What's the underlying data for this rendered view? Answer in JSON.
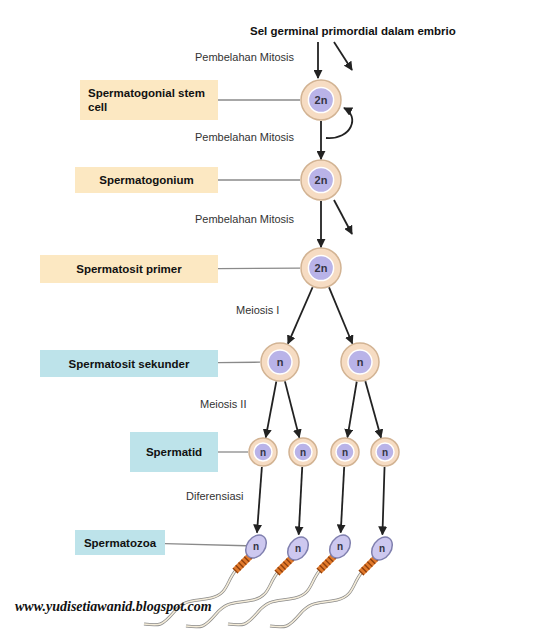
{
  "diagram": {
    "nodes": [
      {
        "text": [
          "Spermatogonial stem cell"
        ]
      },
      {
        "text": [
          "2n"
        ]
      },
      {
        "text": [
          "Spermatogonium"
        ]
      },
      {
        "text": [
          "2n"
        ]
      },
      {
        "text": [
          "Spermatosit primer"
        ]
      },
      {
        "text": [
          "2n"
        ]
      },
      {
        "text": [
          "Spermatosit sekunder"
        ]
      },
      {
        "text": [
          "n"
        ]
      },
      {
        "text": [
          "n"
        ]
      },
      {
        "text": [
          "Spermatid"
        ]
      },
      {
        "text": [
          "n"
        ]
      },
      {
        "text": [
          "n"
        ]
      },
      {
        "text": [
          "n"
        ]
      },
      {
        "text": [
          "n"
        ]
      },
      {
        "text": [
          "Spermatozoa"
        ]
      },
      {
        "text": [
          "n"
        ]
      },
      {
        "text": [
          "n"
        ]
      },
      {
        "text": [
          "n"
        ]
      },
      {
        "text": [
          "n"
        ]
      }
    ],
    "edges": [
      {
        "from": 0,
        "to": 1,
        "arrow": "none"
      },
      {
        "from": 1,
        "to": 3,
        "arrow": "to",
        "label": "Pembelahan Mitosis"
      },
      {
        "from": 2,
        "to": 3,
        "arrow": "none"
      },
      {
        "from": 3,
        "to": 5,
        "arrow": "to",
        "label": "Pembelahan Mitosis"
      },
      {
        "from": 4,
        "to": 5,
        "arrow": "none"
      },
      {
        "from": 5,
        "to": 7,
        "arrow": "to",
        "label": "Meiosis I"
      },
      {
        "from": 5,
        "to": 8,
        "arrow": "to"
      },
      {
        "from": 6,
        "to": 7,
        "arrow": "none"
      },
      {
        "from": 7,
        "to": 10,
        "arrow": "to",
        "label": "Meiosis II"
      },
      {
        "from": 7,
        "to": 11,
        "arrow": "to"
      },
      {
        "from": 8,
        "to": 12,
        "arrow": "to"
      },
      {
        "from": 8,
        "to": 13,
        "arrow": "to"
      },
      {
        "from": 9,
        "to": 10,
        "arrow": "none"
      },
      {
        "from": 10,
        "to": 15,
        "arrow": "to",
        "label": "Diferensiasi"
      },
      {
        "from": 11,
        "to": 16,
        "arrow": "to"
      },
      {
        "from": 12,
        "to": 17,
        "arrow": "to"
      },
      {
        "from": 13,
        "to": 18,
        "arrow": "to"
      },
      {
        "from": 14,
        "to": 15,
        "arrow": "none"
      }
    ],
    "labels": [
      "Sel germinal primordial dalam embrio",
      "Pembelahan Mitosis",
      "www.yudisetiawanid.blogspot.com"
    ]
  }
}
